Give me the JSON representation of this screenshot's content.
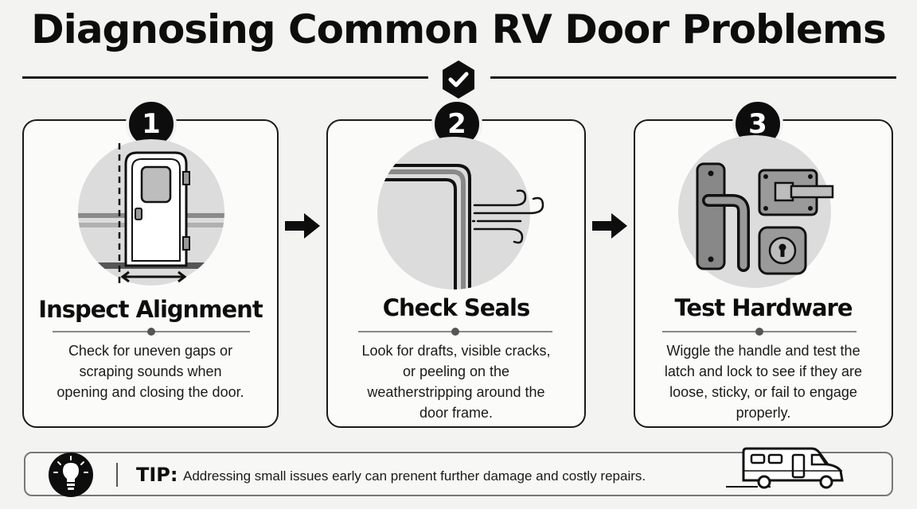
{
  "title": "Diagnosing Common RV Door Problems",
  "badge_icon": "check-badge-icon",
  "steps": [
    {
      "number": "1",
      "title": "Inspect Alignment",
      "description": "Check for uneven gaps or scraping sounds when opening and closing the door.",
      "icon": "rv-door-alignment-icon"
    },
    {
      "number": "2",
      "title": "Check Seals",
      "description": "Look for drafts, visible cracks, or peeling on the weatherstripping around the door frame.",
      "icon": "door-seal-draft-icon"
    },
    {
      "number": "3",
      "title": "Test Hardware",
      "description": "Wiggle the handle and test the latch and lock to see if they are loose, sticky, or fail to engage properly.",
      "icon": "door-hardware-icon"
    }
  ],
  "tip": {
    "label": "TIP:",
    "text": "Addressing small issues early can prenent further damage and costly repairs.",
    "icon": "lightbulb-icon",
    "decoration_icon": "rv-camper-icon"
  },
  "colors": {
    "background": "#f3f3f1",
    "ink": "#0d0d0d",
    "circle_gray": "#dcdcdc"
  }
}
